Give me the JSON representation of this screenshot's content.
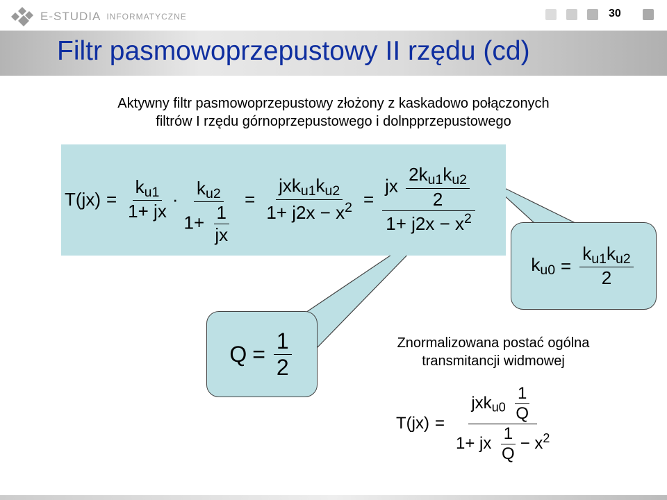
{
  "header": {
    "logo_main": "E-STUDIA",
    "logo_sub": "INFORMATYCZNE",
    "page_number": "30"
  },
  "title": "Filtr pasmowoprzepustowy II rzędu (cd)",
  "intro": [
    "Aktywny filtr pasmowoprzepustowy złożony z kaskadowo połączonych",
    "filtrów I rzędu górnoprzepustowego i dolnpprzepustowego"
  ],
  "main_eq": {
    "lhs": "T(jx)",
    "eq": "=",
    "k": "k",
    "u1": "u1",
    "u2": "u2",
    "one_plus_jx": "1+ jx",
    "dot": "·",
    "one_plus": "1+",
    "one": "1",
    "jx": "jx",
    "jxk": "jxk",
    "den": "1+ j2x − x",
    "sq": "2",
    "two_k": "2k",
    "two": "2"
  },
  "callout_k": {
    "lhs": "k",
    "sub": "u0",
    "eq": "=",
    "k": "k",
    "u1": "u1",
    "u2": "u2",
    "two": "2"
  },
  "callout_q": {
    "lhs": "Q",
    "eq": "=",
    "one": "1",
    "two": "2"
  },
  "normalized": {
    "caption": [
      "Znormalizowana postać ogólna",
      "transmitancji widmowej"
    ],
    "lhs": "T(jx)",
    "eq": "=",
    "jxk": "jxk",
    "u0": "u0",
    "one": "1",
    "Q": "Q",
    "den_a": "1+ jx",
    "den_b": "− x",
    "sq": "2"
  }
}
